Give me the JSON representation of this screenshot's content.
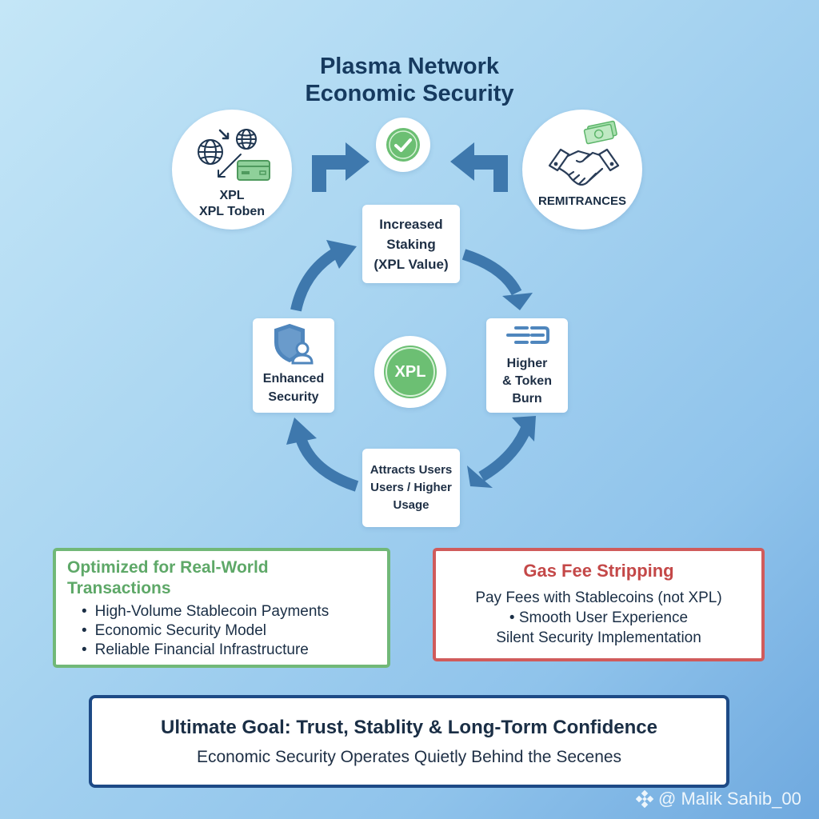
{
  "title": {
    "line1": "Plasma Network",
    "line2": "Economic Security"
  },
  "top_left_node": {
    "icons": [
      "arrow-in-icon",
      "globe-icon",
      "globe-icon",
      "arrow-exchange-icon",
      "credit-card-icon"
    ],
    "label_line1": "XPL",
    "label_line2": "XPL Toben"
  },
  "top_right_node": {
    "icons": [
      "money-icon",
      "handshake-icon"
    ],
    "label": "REMITRANCES"
  },
  "center_top_node": {
    "icon": "checkmark-icon"
  },
  "cycle": {
    "top": {
      "line1": "Increased",
      "line2": "Staking",
      "line3": "(XPL Value)"
    },
    "right": {
      "icon": "speed-lines-icon",
      "line1": "Higher",
      "line2": "& Token",
      "line3": "Burn"
    },
    "bottom": {
      "line1": "Attracts Users",
      "line2": "Users / Higher",
      "line3": "Usage"
    },
    "left": {
      "icon": "shield-user-icon",
      "line1": "Enhanced",
      "line2": "Security"
    },
    "center": {
      "label": "XPL"
    }
  },
  "panels": {
    "optimized": {
      "heading_line1": "Optimized for Real-World",
      "heading_line2": "Transactions",
      "items": [
        "High-Volume Stablecoin Payments",
        "Economic Security Model",
        "Reliable Financial Infrastructure"
      ]
    },
    "gas_fee": {
      "heading": "Gas Fee Stripping",
      "lines": [
        "Pay Fees with Stablecoins (not XPL)",
        "• Smooth User Experience",
        "Silent Security Implementation"
      ]
    }
  },
  "goal": {
    "heading": "Ultimate Goal: Trust, Stablity & Long-Torm Confidence",
    "subtitle": "Economic Security Operates Quietly Behind the Secenes"
  },
  "watermark": {
    "icon": "binance-logo-icon",
    "text": "@ Malik Sahib_00"
  },
  "colors": {
    "navy": "#163a5f",
    "arrow_blue": "#3e78ad",
    "green": "#6cbf73",
    "red": "#d05b5b",
    "goal_border": "#1d4a86"
  }
}
